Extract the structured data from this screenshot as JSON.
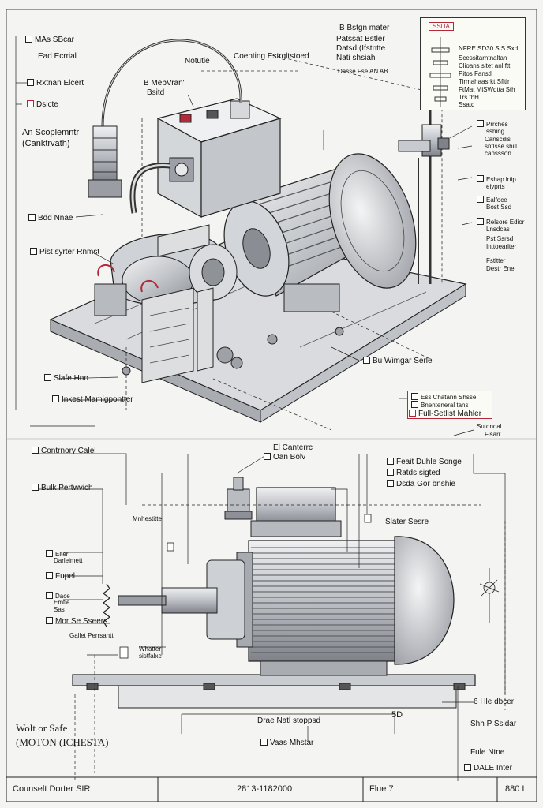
{
  "upper_diagram": {
    "labels_left": [
      {
        "id": "l1",
        "text": "MAs SBcar",
        "checkbox": true
      },
      {
        "id": "l2",
        "text": "Ead Ecrrial",
        "checkbox": false
      },
      {
        "id": "l3",
        "text": "Rxtnan Elcert",
        "checkbox": true
      },
      {
        "id": "l4",
        "text": "Dsicte",
        "checkbox": true
      },
      {
        "id": "l5",
        "text": "An Scoplemntr",
        "checkbox": false
      },
      {
        "id": "l6",
        "text": "(Canktrvath)",
        "checkbox": false
      },
      {
        "id": "l7",
        "text": "Bdd Nnae",
        "checkbox": true
      },
      {
        "id": "l8",
        "text": "Pist syrter Rnmst",
        "checkbox": true
      },
      {
        "id": "l9",
        "text": "Slafe Hno",
        "checkbox": true
      },
      {
        "id": "l10",
        "text": "Inkest Mamigpontter",
        "checkbox": true
      }
    ],
    "labels_top": [
      {
        "id": "t1",
        "text": "Notutie"
      },
      {
        "id": "t2",
        "text": "Coenting Estrgltstoed"
      },
      {
        "id": "t3",
        "text": "B MebVran'"
      },
      {
        "id": "t4",
        "text": "Bsitd"
      }
    ],
    "spec_box": {
      "lines": [
        "B Bstgn mater",
        "Patssat Bstler",
        "Datsd (Ifstntte",
        "Nati shsiah"
      ],
      "footer": "Dasse Fse AN AB"
    },
    "info_panel": {
      "header": "SSDA",
      "lines": [
        "NFRE SD30 S:S Sxd",
        "Scessitarntnaltan",
        "Clioans sitet anl ftt",
        "Pitos Fanstl",
        "Tirmahaasrkt Sfitlr",
        "FtMat MiSWdtta Sth",
        "Trs thH",
        "Ssatd"
      ]
    },
    "labels_right": [
      {
        "id": "r1",
        "text": "Prrches",
        "sub": "sshing",
        "checkbox": true
      },
      {
        "id": "r2",
        "text": "Canscdis",
        "sub": "sntlsse shill",
        "sub2": "canssson",
        "checkbox": false
      },
      {
        "id": "r3",
        "text": "Eshap lrtip",
        "sub": "eiyprts",
        "checkbox": true
      },
      {
        "id": "r4",
        "text": "Ealfoce",
        "sub": "Bost Ssd",
        "checkbox": true
      },
      {
        "id": "r5",
        "text": "Relsore Edior",
        "sub": "Lnsdcas",
        "checkbox": true
      },
      {
        "id": "r6",
        "text": "Pst Ssrsd",
        "sub": "Inttoearlter",
        "checkbox": false
      },
      {
        "id": "r7",
        "text": "Fstltter",
        "sub": "Destr Ene",
        "checkbox": false
      },
      {
        "id": "r8",
        "text": "Bu Wimgar Serle",
        "checkbox": true
      }
    ],
    "callout_box": {
      "lines": [
        "Ess Chatann Shsse",
        "Bnenteneral tans",
        "Full-Setlist Mahler"
      ]
    },
    "subfinal": {
      "line1": "Sutdnoal",
      "line2": "Fisarr"
    }
  },
  "lower_diagram": {
    "labels": [
      {
        "id": "b1",
        "text": "Contrnory Calel",
        "checkbox": true
      },
      {
        "id": "b2",
        "text": "Bulk Pertwvich",
        "checkbox": true
      },
      {
        "id": "b3",
        "text": "El Canterrc",
        "checkbox": false
      },
      {
        "id": "b4",
        "text": "Oan Bolv",
        "checkbox": true
      },
      {
        "id": "b5",
        "text": "Feait Duhle Songe",
        "checkbox": true
      },
      {
        "id": "b6",
        "text": "Ratds sigted",
        "checkbox": true
      },
      {
        "id": "b7",
        "text": "Dsda Gor bnshie",
        "checkbox": true
      },
      {
        "id": "b8",
        "text": "Mnhestitte",
        "checkbox": false
      },
      {
        "id": "b9",
        "text": "Slater Sesre",
        "checkbox": false
      },
      {
        "id": "b10",
        "text": "Elter",
        "sub": "Darleimett",
        "checkbox": true
      },
      {
        "id": "b11",
        "text": "Fupel",
        "checkbox": true
      },
      {
        "id": "b12",
        "text": "Dace",
        "sub": "Emtle",
        "sub2": "Sas",
        "checkbox": true
      },
      {
        "id": "b13",
        "text": "Mor Se Sseers",
        "checkbox": true
      },
      {
        "id": "b14",
        "text": "Gallet Perrsantt",
        "checkbox": false
      },
      {
        "id": "b15",
        "text": "Whatter",
        "sub": "sistfalxe",
        "checkbox": false
      },
      {
        "id": "b16",
        "text": "6 Hle dbcer",
        "checkbox": false
      },
      {
        "id": "b17",
        "text": "Shh P Ssldar",
        "checkbox": false
      },
      {
        "id": "b18",
        "text": "Drae Natl stoppsd",
        "checkbox": false
      },
      {
        "id": "b19",
        "text": "5D",
        "checkbox": false
      },
      {
        "id": "b20",
        "text": "Vaas Mhstar",
        "checkbox": true
      },
      {
        "id": "b21",
        "text": "Fule Ntne",
        "checkbox": false
      },
      {
        "id": "b22",
        "text": "DALE Inter",
        "checkbox": true
      }
    ],
    "stamp_line1": "Wolt or Safe",
    "stamp_line2": "(MOTON (ICHESTA)"
  },
  "title_block": {
    "cell1": "Counselt Dorter SIR",
    "cell2": "2813-1182000",
    "cell3": "Flue 7",
    "cell4": "880 I"
  },
  "colors": {
    "ink": "#1b1b1b",
    "paper": "#f4f4f2",
    "accent_red": "#b5283a",
    "metal": "#c9ccd0"
  }
}
